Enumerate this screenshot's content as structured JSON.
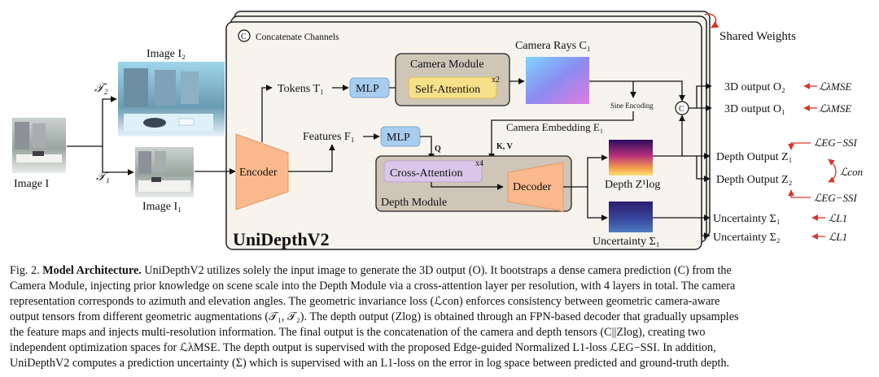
{
  "figure": {
    "concat_label": "Concatenate Channels",
    "concat_symbol": "C",
    "shared_weights": "Shared Weights",
    "model_name": "UniDepthV2",
    "image_main": "Image I",
    "image_aug1": "Image I₁",
    "image_aug2": "Image I₂",
    "aug1": "𝒯₁",
    "aug2": "𝒯₂",
    "encoder": "Encoder",
    "tokens": "Tokens T₁",
    "features": "Features F₁",
    "mlp_top": "MLP",
    "mlp_bottom": "MLP",
    "camera_module": "Camera Module",
    "self_attention": "Self-Attention",
    "x2": "x2",
    "camera_rays": "Camera Rays C₁",
    "sine_encoding": "Sine Encoding",
    "camera_embedding": "Camera Embedding E₁",
    "q_label": "Q",
    "kv_label": "K, V",
    "cross_attention": "Cross-Attention",
    "x4": "x4",
    "decoder": "Decoder",
    "depth_module": "Depth Module",
    "depth_map": "Depth Z¹log",
    "uncertainty_map": "Uncertainty Σ₁",
    "out_3d_2": "3D output O₂",
    "out_3d_1": "3D output O₁",
    "loss_mse_2": "ℒλMSE",
    "loss_mse_1": "ℒλMSE",
    "out_depth_1": "Depth Output Z₁",
    "out_depth_2": "Depth Output Z₂",
    "loss_eg_top": "ℒEG−SSI",
    "loss_con": "ℒcon",
    "loss_eg_bottom": "ℒEG−SSI",
    "out_unc_1": "Uncertainty Σ₁",
    "out_unc_2": "Uncertainty Σ₂",
    "loss_l1_1": "ℒL1",
    "loss_l1_2": "ℒL1"
  },
  "colors": {
    "panel_bg": "#f7f4ee",
    "encoder": "#f9b98c",
    "mlp": "#a9cdef",
    "module_bg": "#cfc6b8",
    "attention": "#f7e08a",
    "cross_attention": "#d9c6e8",
    "loss_red": "#d9342b"
  },
  "caption": {
    "label": "Fig. 2.",
    "lead": "Model Architecture.",
    "lines": [
      "UniDepthV2 utilizes solely the input image to generate the 3D output (O). It bootstraps a dense camera prediction (C) from the",
      "Camera Module, injecting prior knowledge on scene scale into the Depth Module via a cross-attention layer per resolution, with 4 layers in total. The camera",
      "representation corresponds to azimuth and elevation angles. The geometric invariance loss (ℒcon) enforces consistency between geometric camera-aware",
      "output tensors from different geometric augmentations (𝒯₁, 𝒯₂). The depth output (Zlog) is obtained through an FPN-based decoder that gradually upsamples",
      "the feature maps and injects multi-resolution information. The final output is the concatenation of the camera and depth tensors (C||Zlog), creating two",
      "independent optimization spaces for ℒλMSE. The depth output is supervised with the proposed Edge-guided Normalized L1-loss ℒEG−SSI. In addition,",
      "UniDepthV2 computes a prediction uncertainty (Σ) which is supervised with an L1-loss on the error in log space between predicted and ground-truth depth."
    ]
  }
}
